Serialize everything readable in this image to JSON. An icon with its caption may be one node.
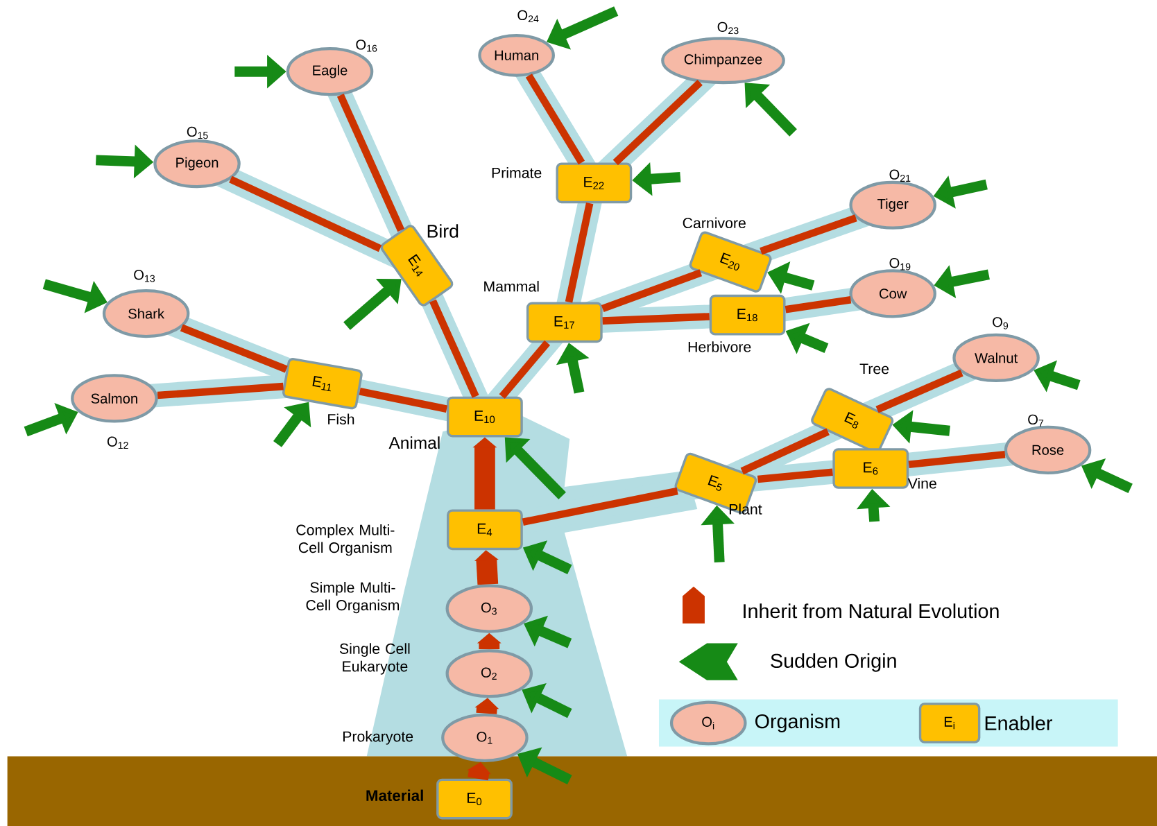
{
  "diagram": {
    "nodes": [
      {
        "text": [
          "E$_{0}$"
        ],
        "beside": [
          "Material"
        ]
      },
      {
        "text": [
          "O$_{1}$"
        ],
        "beside": [
          "Prokaryote"
        ]
      },
      {
        "text": [
          "O$_{2}$"
        ],
        "beside": [
          "Single Cell Eukaryote"
        ]
      },
      {
        "text": [
          "O$_{3}$"
        ],
        "beside": [
          "Simple Multi-Cell Organism"
        ]
      },
      {
        "text": [
          "E$_{4}$"
        ],
        "beside": [
          "Complex Multi-Cell Organism"
        ]
      },
      {
        "text": [
          "E$_{10}$"
        ],
        "beside": [
          "Animal"
        ]
      },
      {
        "text": [
          "E$_{11}$"
        ],
        "beside": [
          "Fish"
        ]
      },
      {
        "text": [
          "Salmon"
        ],
        "beside": [
          "O$_{12}$"
        ]
      },
      {
        "text": [
          "Shark"
        ],
        "beside": [
          "O$_{13}$"
        ]
      },
      {
        "text": [
          "E$_{14}$"
        ],
        "beside": [
          "Bird"
        ]
      },
      {
        "text": [
          "Pigeon"
        ],
        "beside": [
          "O$_{15}$"
        ]
      },
      {
        "text": [
          "Eagle"
        ],
        "beside": [
          "O$_{16}$"
        ]
      },
      {
        "text": [
          "E$_{17}$"
        ],
        "beside": [
          "Mammal"
        ]
      },
      {
        "text": [
          "E$_{22}$"
        ],
        "beside": [
          "Primate"
        ]
      },
      {
        "text": [
          "Human"
        ],
        "beside": [
          "O$_{24}$"
        ]
      },
      {
        "text": [
          "Chimpanzee"
        ],
        "beside": [
          "O$_{23}$"
        ]
      },
      {
        "text": [
          "E$_{20}$"
        ],
        "beside": [
          "Carnivore"
        ]
      },
      {
        "text": [
          "Tiger"
        ],
        "beside": [
          "O$_{21}$"
        ]
      },
      {
        "text": [
          "E$_{18}$"
        ],
        "beside": [
          "Herbivore"
        ]
      },
      {
        "text": [
          "Cow"
        ],
        "beside": [
          "O$_{19}$"
        ]
      },
      {
        "text": [
          "E$_{5}$"
        ],
        "beside": [
          "Plant"
        ]
      },
      {
        "text": [
          "E$_{8}$"
        ],
        "beside": [
          "Tree"
        ]
      },
      {
        "text": [
          "Walnut"
        ],
        "beside": [
          "O$_{9}$"
        ]
      },
      {
        "text": [
          "E$_{6}$"
        ],
        "beside": [
          "Vine"
        ]
      },
      {
        "text": [
          "Rose"
        ],
        "beside": [
          "O$_{7}$"
        ]
      }
    ],
    "edges": [
      {
        "from": 0,
        "to": 1,
        "arrow": "to",
        "style": "thick"
      },
      {
        "from": 1,
        "to": 2,
        "arrow": "to",
        "style": "thick"
      },
      {
        "from": 2,
        "to": 3,
        "arrow": "to",
        "style": "thick"
      },
      {
        "from": 3,
        "to": 4,
        "arrow": "to",
        "style": "thick"
      },
      {
        "from": 4,
        "to": 5,
        "arrow": "to",
        "style": "thick"
      },
      {
        "from": 5,
        "to": 6,
        "arrow": "none"
      },
      {
        "from": 6,
        "to": 7,
        "arrow": "none"
      },
      {
        "from": 6,
        "to": 8,
        "arrow": "none"
      },
      {
        "from": 5,
        "to": 9,
        "arrow": "none"
      },
      {
        "from": 9,
        "to": 10,
        "arrow": "none"
      },
      {
        "from": 9,
        "to": 11,
        "arrow": "none"
      },
      {
        "from": 5,
        "to": 12,
        "arrow": "none"
      },
      {
        "from": 12,
        "to": 13,
        "arrow": "none"
      },
      {
        "from": 13,
        "to": 14,
        "arrow": "none"
      },
      {
        "from": 13,
        "to": 15,
        "arrow": "none"
      },
      {
        "from": 12,
        "to": 16,
        "arrow": "none"
      },
      {
        "from": 16,
        "to": 17,
        "arrow": "none"
      },
      {
        "from": 12,
        "to": 18,
        "arrow": "none"
      },
      {
        "from": 18,
        "to": 19,
        "arrow": "none"
      },
      {
        "from": 4,
        "to": 20,
        "arrow": "none"
      },
      {
        "from": 20,
        "to": 21,
        "arrow": "none"
      },
      {
        "from": 21,
        "to": 22,
        "arrow": "none"
      },
      {
        "from": 20,
        "to": 23,
        "arrow": "none"
      },
      {
        "from": 23,
        "to": 24,
        "arrow": "none"
      },
      {
        "from": null,
        "to": 1,
        "arrow": "to",
        "color": "#168a16"
      },
      {
        "from": null,
        "to": 2,
        "arrow": "to",
        "color": "#168a16"
      },
      {
        "from": null,
        "to": 3,
        "arrow": "to",
        "color": "#168a16"
      },
      {
        "from": null,
        "to": 4,
        "arrow": "to",
        "color": "#168a16"
      },
      {
        "from": null,
        "to": 5,
        "arrow": "to",
        "color": "#168a16"
      },
      {
        "from": null,
        "to": 6,
        "arrow": "to",
        "color": "#168a16"
      },
      {
        "from": null,
        "to": 7,
        "arrow": "to",
        "color": "#168a16"
      },
      {
        "from": null,
        "to": 8,
        "arrow": "to",
        "color": "#168a16"
      },
      {
        "from": null,
        "to": 9,
        "arrow": "to",
        "color": "#168a16"
      },
      {
        "from": null,
        "to": 10,
        "arrow": "to",
        "color": "#168a16"
      },
      {
        "from": null,
        "to": 11,
        "arrow": "to",
        "color": "#168a16"
      },
      {
        "from": null,
        "to": 12,
        "arrow": "to",
        "color": "#168a16"
      },
      {
        "from": null,
        "to": 13,
        "arrow": "to",
        "color": "#168a16"
      },
      {
        "from": null,
        "to": 14,
        "arrow": "to",
        "color": "#168a16"
      },
      {
        "from": null,
        "to": 15,
        "arrow": "to",
        "color": "#168a16"
      },
      {
        "from": null,
        "to": 16,
        "arrow": "to",
        "color": "#168a16"
      },
      {
        "from": null,
        "to": 17,
        "arrow": "to",
        "color": "#168a16"
      },
      {
        "from": null,
        "to": 18,
        "arrow": "to",
        "color": "#168a16"
      },
      {
        "from": null,
        "to": 19,
        "arrow": "to",
        "color": "#168a16"
      },
      {
        "from": null,
        "to": 20,
        "arrow": "to",
        "color": "#168a16"
      },
      {
        "from": null,
        "to": 21,
        "arrow": "to",
        "color": "#168a16"
      },
      {
        "from": null,
        "to": 22,
        "arrow": "to",
        "color": "#168a16"
      },
      {
        "from": null,
        "to": 23,
        "arrow": "to",
        "color": "#168a16"
      },
      {
        "from": null,
        "to": 24,
        "arrow": "to",
        "color": "#168a16"
      }
    ],
    "labels": [
      "O$_{i}$",
      "E$_{i}$"
    ],
    "legend": [
      {
        "text": "Inherit from Natural Evolution"
      },
      {
        "text": "Sudden Origin"
      },
      {
        "text": "Organism"
      },
      {
        "text": "Enabler"
      }
    ]
  }
}
